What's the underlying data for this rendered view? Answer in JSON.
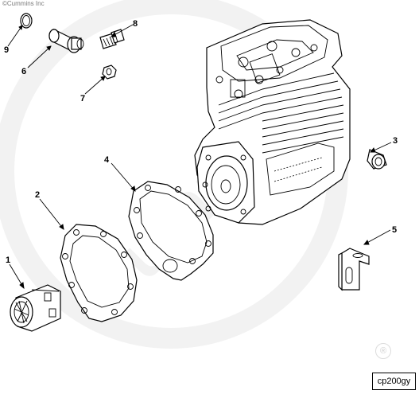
{
  "copyright": "©Cummins Inc",
  "watermark": "Cummins",
  "figure_code": "cp200gy",
  "registered_mark": "®",
  "callouts": {
    "c1": "1",
    "c2": "2",
    "c3": "3",
    "c4": "4",
    "c5": "5",
    "c6": "6",
    "c7": "7",
    "c8": "8",
    "c9": "9"
  }
}
